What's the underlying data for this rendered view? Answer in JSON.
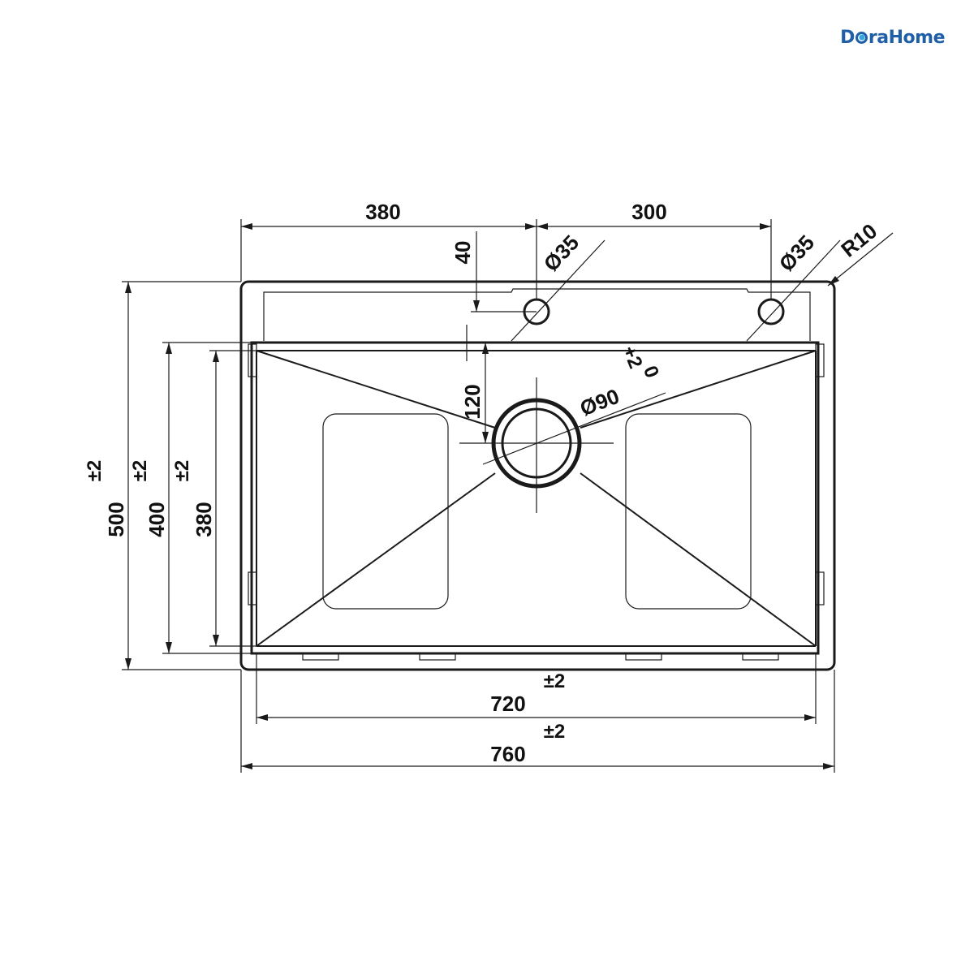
{
  "brand": {
    "name_part1": "D",
    "name_part2": "raHome",
    "color_primary": "#1f5fa8",
    "color_accent": "#35a7e0"
  },
  "dimensions": {
    "top_left_width": "380",
    "top_right_width": "300",
    "faucet_offset": "40",
    "faucet_hole_left": "Ø35",
    "faucet_hole_right": "Ø35",
    "corner_radius": "R10",
    "drain_offset": "120",
    "drain_diameter": "Ø90",
    "drain_tol_plus": "+2",
    "drain_tol_minus": "0",
    "outer_height": "500",
    "outer_height_tol": "±2",
    "bowl_height": "400",
    "bowl_height_tol": "±2",
    "inner_height": "380",
    "inner_height_tol": "±2",
    "bowl_width": "720",
    "bowl_width_tol": "±2",
    "outer_width": "760",
    "outer_width_tol": "±2"
  }
}
